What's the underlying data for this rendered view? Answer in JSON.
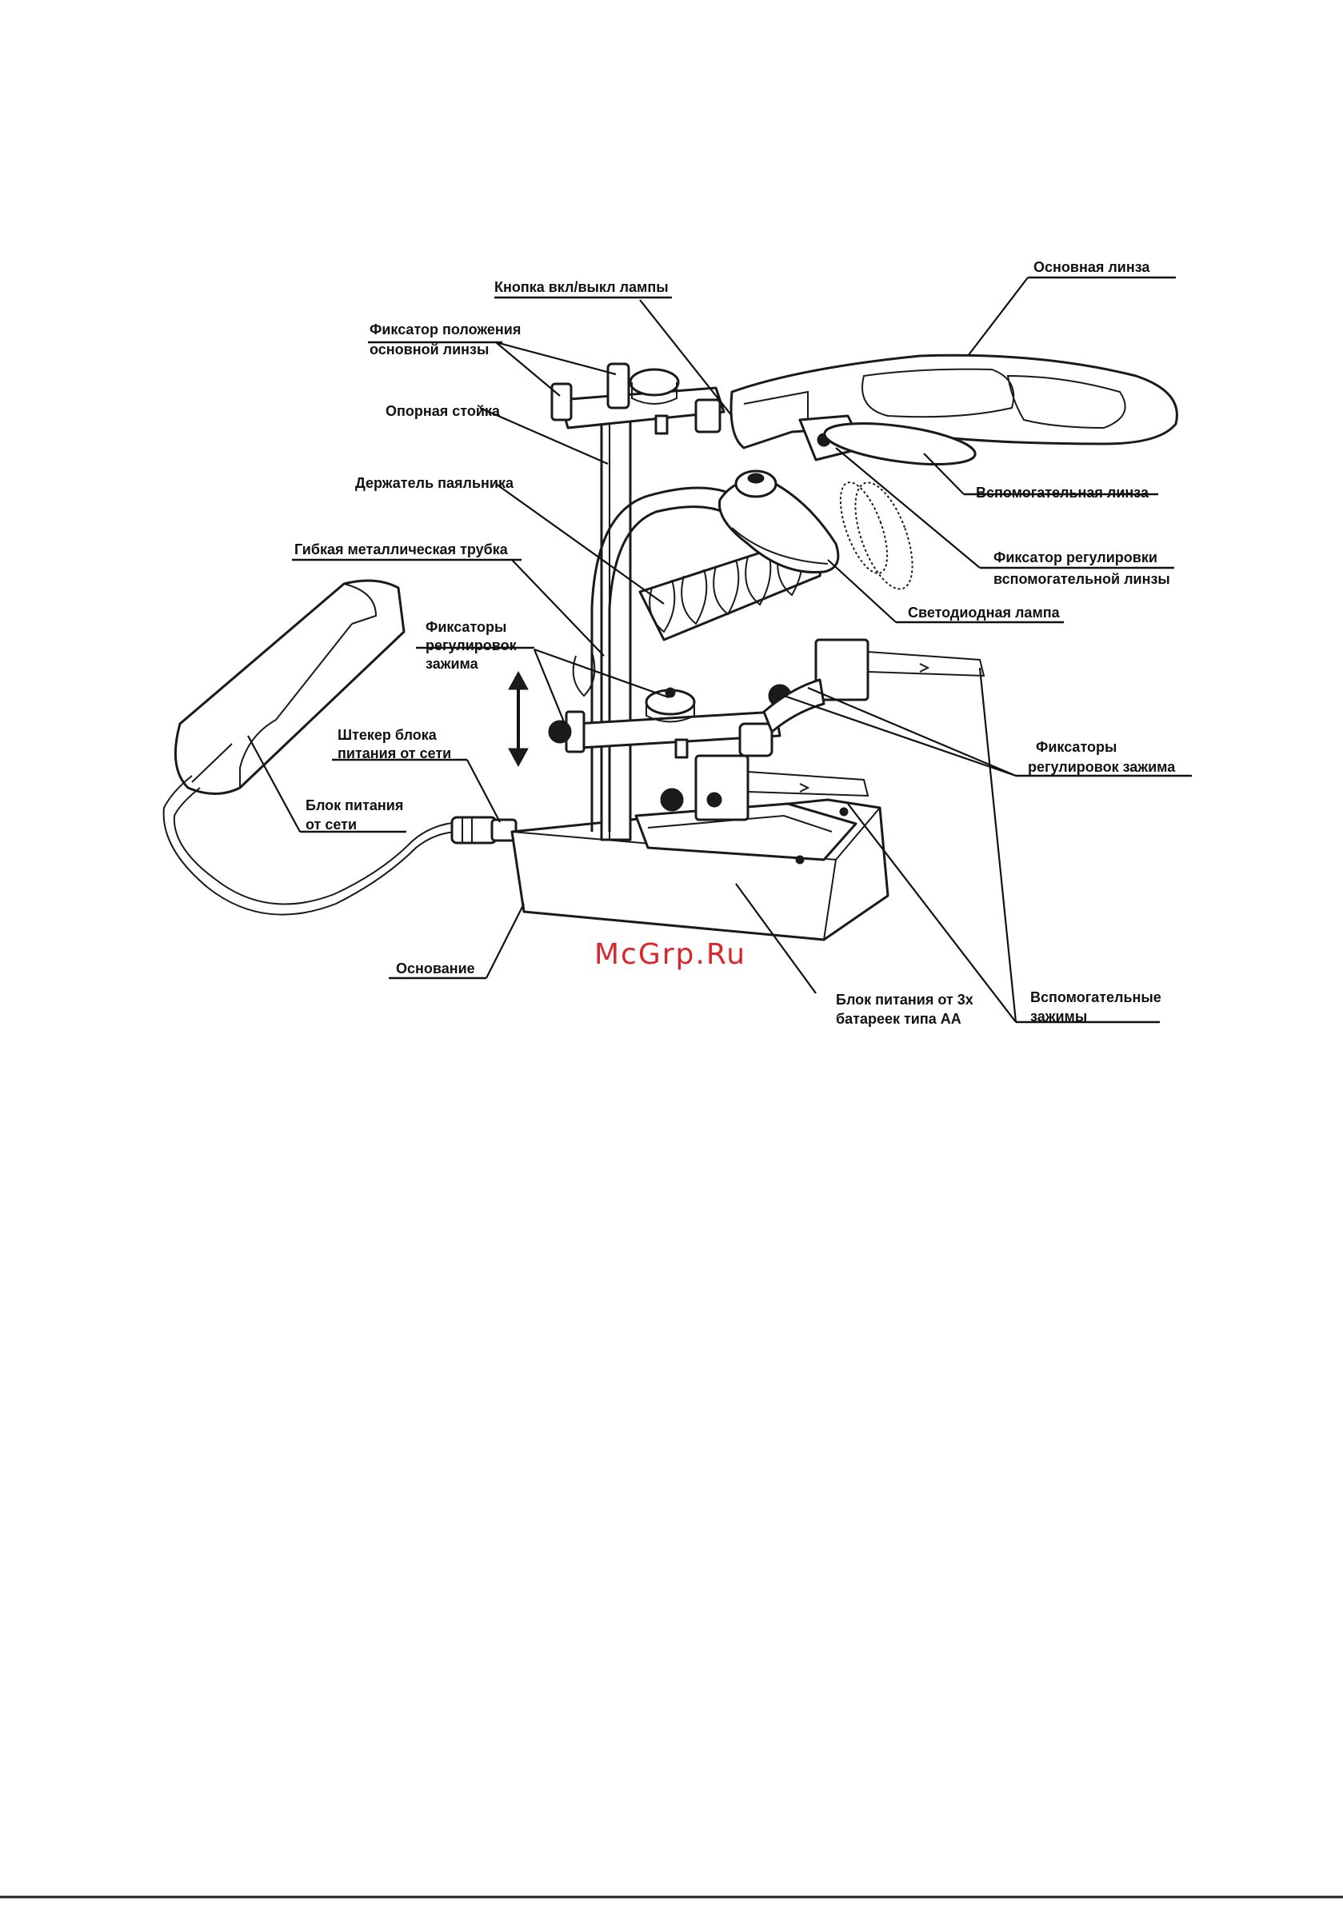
{
  "labels": {
    "main_lens": "Основная линза",
    "lamp_button": "Кнопка вкл/выкл лампы",
    "lens_lock_1": "Фиксатор положения",
    "lens_lock_2": "основной линзы",
    "support_post": "Опорная стойка",
    "iron_holder": "Держатель паяльника",
    "flex_tube": "Гибкая металлическая трубка",
    "aux_lens": "Вспомогательная линза",
    "aux_lens_lock_1": "Фиксатор регулировки",
    "aux_lens_lock_2": "вспомогательной линзы",
    "led_lamp": "Светодиодная лампа",
    "clamp_locks_left_1": "Фиксаторы",
    "clamp_locks_left_2": "регулировок",
    "clamp_locks_left_3": "зажима",
    "plug_1": "Штекер блока",
    "plug_2": "питания от сети",
    "clamp_locks_right_1": "Фиксаторы",
    "clamp_locks_right_2": "регулировок зажима",
    "adapter_1": "Блок питания",
    "adapter_2": "от сети",
    "base": "Основание",
    "battery_1": "Блок питания от 3х",
    "battery_2": "батареек типа АА",
    "aux_clamps_1": "Вспомогательные",
    "aux_clamps_2": "зажимы"
  },
  "watermark": "McGrp.Ru"
}
